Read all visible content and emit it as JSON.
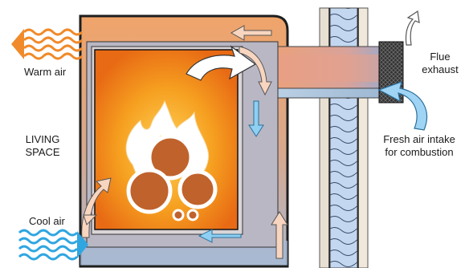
{
  "labels": {
    "warm_air": "Warm air",
    "living_space_line1": "LIVING",
    "living_space_line2": "SPACE",
    "cool_air": "Cool air",
    "flue_line1": "Flue",
    "flue_line2": "exhaust",
    "fresh_line1": "Fresh air intake",
    "fresh_line2": "for combustion"
  },
  "colors": {
    "warm_air": "#f08a2a",
    "cool_air": "#2fa6e0",
    "firebox": "#f39a1e",
    "log": "#c0622c",
    "frame": "#1e1e1e"
  }
}
